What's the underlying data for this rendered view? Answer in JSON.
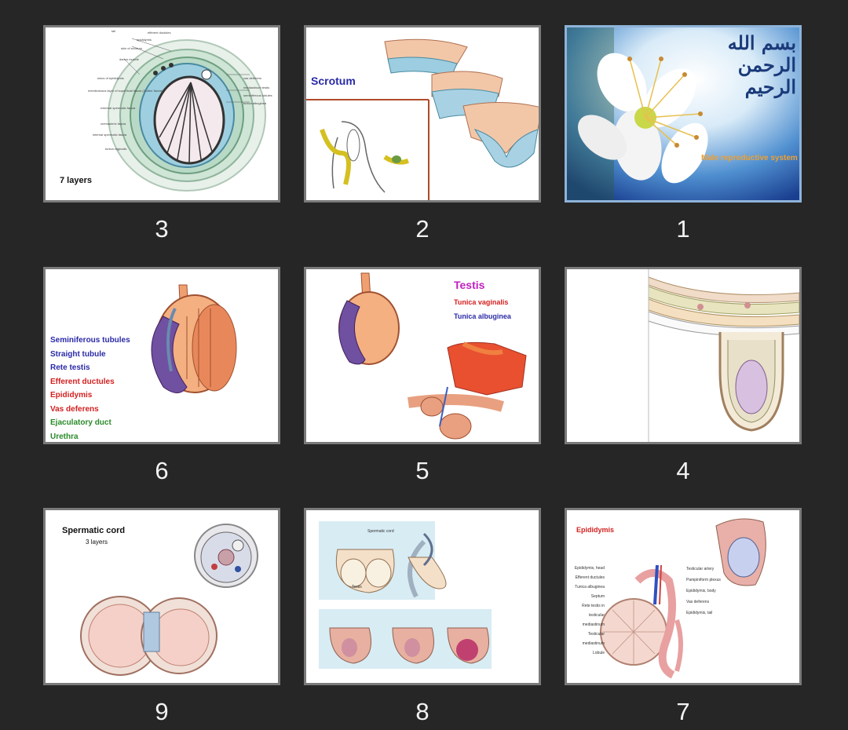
{
  "slides": [
    {
      "number": "3",
      "caption": "7 layers",
      "labels": [
        "tail",
        "efferent ductules",
        "epididymis",
        "skin of scrotum",
        "dartos muscle",
        "sinus of epididymis",
        "membranous layer of superficial fascia (Colles' fascia)",
        "external spermatic fascia",
        "cremasteric fascia",
        "internal spermatic fascia",
        "tunica vaginalis",
        "vas deferens",
        "mediastinum testis",
        "seminiferous tubules",
        "tunica albuginea"
      ]
    },
    {
      "number": "2",
      "title": "Scrotum"
    },
    {
      "number": "1",
      "calligraphy": "بسم الله الرحمن الرحيم",
      "subtitle": "Male reproductive system"
    },
    {
      "number": "6",
      "items": [
        {
          "text": "Seminiferous tubules",
          "color": "#2a2aa8"
        },
        {
          "text": "Straight tubule",
          "color": "#2a2aa8"
        },
        {
          "text": "Rete testis",
          "color": "#2a2aa8"
        },
        {
          "text": "Efferent ductules",
          "color": "#d42020"
        },
        {
          "text": "Epididymis",
          "color": "#d42020"
        },
        {
          "text": "Vas deferens",
          "color": "#d42020"
        },
        {
          "text": "Ejaculatory duct",
          "color": "#2a8a2a"
        },
        {
          "text": "Urethra",
          "color": "#2a8a2a"
        }
      ]
    },
    {
      "number": "5",
      "title": "Testis",
      "line1": "Tunica vaginalis",
      "line2": "Tunica albuginea"
    },
    {
      "number": "4"
    },
    {
      "number": "9",
      "title": "Spermatic cord",
      "subtitle": "3 layers"
    },
    {
      "number": "8",
      "label1": "Testis",
      "label2": "Spermatic cord"
    },
    {
      "number": "7",
      "title": "Epididymis",
      "labels_left": [
        "Epididymis, head",
        "Efferent ductules",
        "Tunica albuginea",
        "Septum",
        "Rete testis in testicular mediastinum",
        "Testicular mediastinum",
        "Lobule"
      ],
      "labels_right": [
        "Testicular artery",
        "Pampiniform plexus",
        "Epididymis, body",
        "Vas deferens",
        "Epididymis, tail"
      ]
    }
  ],
  "colors": {
    "bg": "#262626",
    "thumb_border": "#7a7a7a",
    "selected_border": "#8fb3d9"
  }
}
